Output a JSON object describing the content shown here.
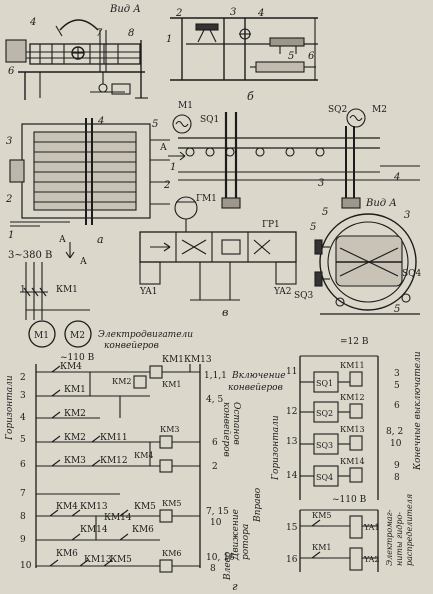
{
  "fig_a": {
    "view_title": "Вид А",
    "callouts": [
      "4",
      "7",
      "8",
      "6",
      "3",
      "2",
      "1",
      "4",
      "5"
    ],
    "caption": "а",
    "arrow_label": "А",
    "arrow_label_bottom": "А"
  },
  "fig_b": {
    "callouts": [
      "2",
      "3",
      "4",
      "1",
      "5",
      "6"
    ],
    "caption": "б"
  },
  "fig_c": {
    "motor1": "М1",
    "motor2": "М2",
    "sq1": "SQ1",
    "sq2": "SQ2",
    "arrow_a": "А",
    "view_title": "Вид А",
    "callouts": [
      "1",
      "2",
      "3",
      "4",
      "5",
      "3",
      "5",
      "5"
    ],
    "gm1": "ГМ1",
    "gr1": "ГР1",
    "ya1": "YA1",
    "ya2": "YA2",
    "sq3": "SQ3",
    "sq4": "SQ4",
    "caption": "в"
  },
  "power": {
    "supply": "3~380 В",
    "km1": "КМ1",
    "m1": "М1",
    "m2": "М2",
    "motors_line1": "Электродвигатели",
    "motors_line2": "конвейеров"
  },
  "ladder_left": {
    "voltage": "~110 В",
    "side_label": "Горизонтали",
    "rows": [
      "1",
      "2",
      "3",
      "4",
      "5",
      "6",
      "7",
      "8",
      "9",
      "10"
    ],
    "contacts": [
      "КМ4",
      "КМ1",
      "КМ2",
      "КМ2",
      "КМ11",
      "КМ3",
      "КМ12",
      "КМ4",
      "КМ13",
      "КМ5",
      "КМ14",
      "КМ6",
      "КМ14",
      "КМ6",
      "КМ13",
      "КМ5"
    ],
    "coils": [
      "КМ1",
      "КМ2",
      "КМ3",
      "КМ4",
      "КМ5",
      "КМ6"
    ],
    "top_contacts": [
      "КМ1",
      "КМ13"
    ],
    "refs": [
      "1,1,1",
      "4, 5",
      "6",
      "2",
      "7, 15",
      "10",
      "10, 16",
      "8"
    ],
    "func_1": "Включение",
    "func_1b": "конвейеров",
    "func_2": "Останов",
    "func_2b": "конвейеров",
    "func_3": "Движение",
    "func_3b": "ротора",
    "right": "Вправо",
    "left": "Влево"
  },
  "ladder_right": {
    "voltage": "=12 В",
    "side_label": "Горизонтали",
    "rows": [
      "11",
      "12",
      "13",
      "14"
    ],
    "switches": [
      "SQ1",
      "SQ2",
      "SQ3",
      "SQ4"
    ],
    "coils": [
      "КМ11",
      "КМ12",
      "КМ13",
      "КМ14"
    ],
    "refs": [
      "3",
      "5",
      "6",
      "8, 2",
      "10",
      "9",
      "8"
    ],
    "func": "Конечные выключатели"
  },
  "ladder_bottom": {
    "voltage": "~110 В",
    "rows": [
      "15",
      "16"
    ],
    "contacts": [
      "КМ5",
      "КМ1"
    ],
    "coils": [
      "YA1",
      "YA2"
    ],
    "func_line1": "Электромаг-",
    "func_line2": "ниты гидро-",
    "func_line3": "распределителя"
  },
  "caption_g": "г"
}
